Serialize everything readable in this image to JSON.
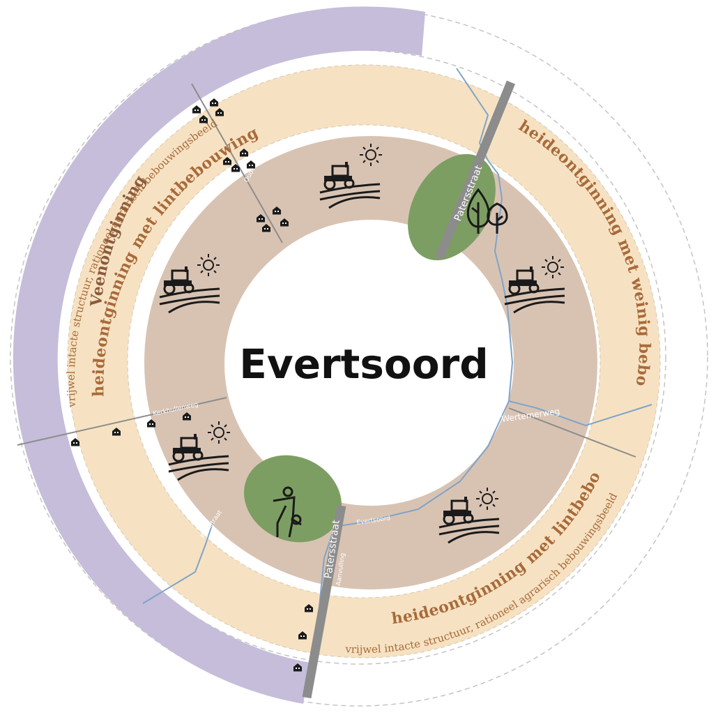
{
  "title": "Evertsoord",
  "rings": {
    "veen": "Veenontginning",
    "left_main": "heideontginning met lintbebouwing",
    "left_sub": "vrijwel intacte structuur, rationeel agrarisch bebouwingsbeeld",
    "right_main": "heideontginning met weinig bebouwing",
    "bottom_main": "heideontginning met lintbebouwing",
    "bottom_sub": "vrijwel intacte structuur, rationeel agrarisch bebouwingsbeeld"
  },
  "roads": {
    "patersstraat_top": "Patersstraat",
    "patersstraat_bottom": "Patersstraat",
    "wertemerweg": "Wertemerweg",
    "kerkhullenweg": "Kerkhullenweg",
    "kerkstraat": "Kerkstraat",
    "evertsoord_road": "Evertsoord",
    "oude_hoek": "Oude Hoek",
    "aanvulling": "Aanvulling"
  },
  "colors": {
    "veen": "#c5bdd9",
    "heide": "#f6e2c2",
    "core": "#d8c3b3",
    "green": "#7d9e62",
    "road": "#8c8c8c",
    "water": "#7fa3c9",
    "text_brown": "#a86a3a"
  },
  "icons": [
    "tractor-field-icon",
    "sun-icon",
    "tree-icon",
    "football-player-icon",
    "farmhouse-icon"
  ]
}
